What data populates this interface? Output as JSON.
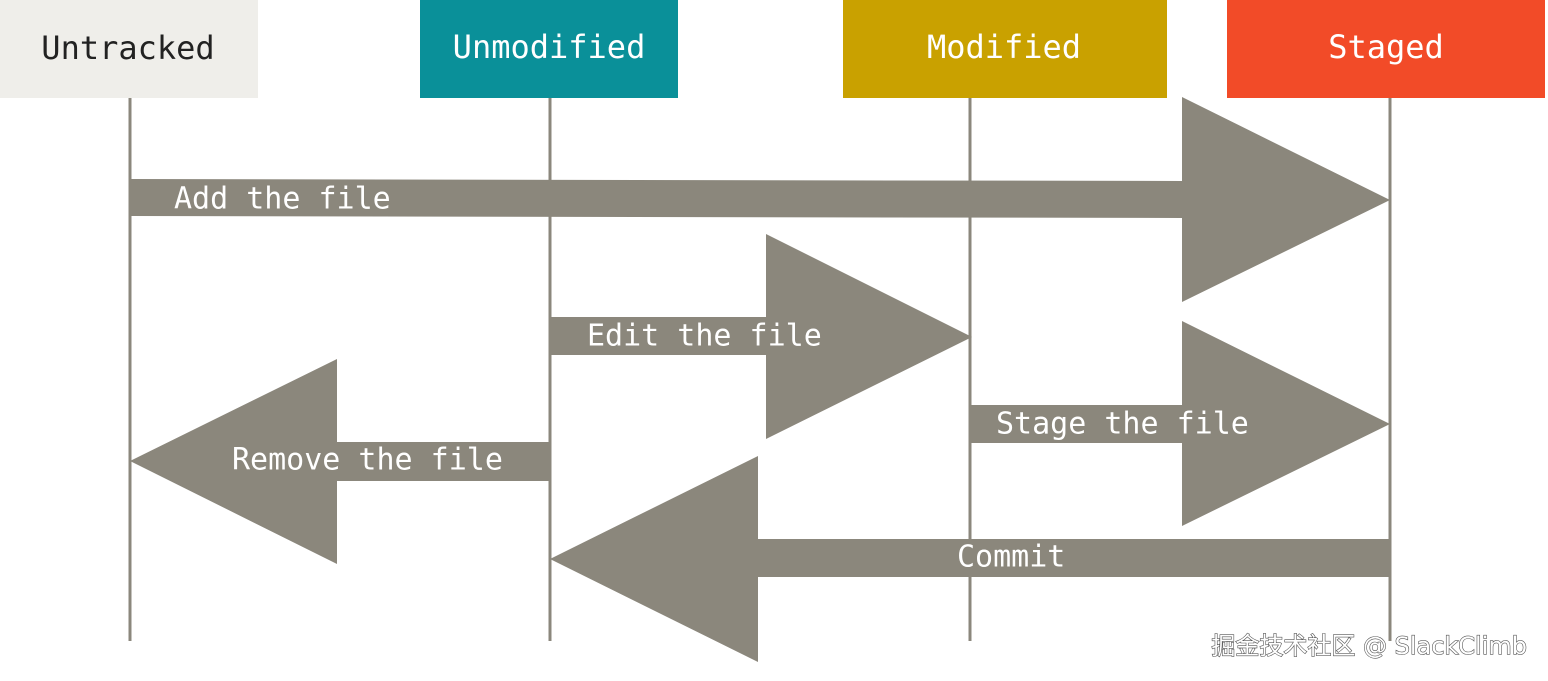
{
  "colors": {
    "untracked_bg": "#efeeea",
    "untracked_text": "#222222",
    "unmodified_bg": "#0a9099",
    "modified_bg": "#c9a100",
    "staged_bg": "#f24b28",
    "state_text_light": "#ffffff",
    "arrow_fill": "#8b877c",
    "lifeline": "#8b877c"
  },
  "states": [
    {
      "id": "untracked",
      "label": "Untracked"
    },
    {
      "id": "unmodified",
      "label": "Unmodified"
    },
    {
      "id": "modified",
      "label": "Modified"
    },
    {
      "id": "staged",
      "label": "Staged"
    }
  ],
  "transitions": [
    {
      "id": "add-the-file",
      "label": "Add the file",
      "from": "untracked",
      "to": "staged"
    },
    {
      "id": "edit-the-file",
      "label": "Edit the file",
      "from": "unmodified",
      "to": "modified"
    },
    {
      "id": "remove-the-file",
      "label": "Remove the file",
      "from": "unmodified",
      "to": "untracked"
    },
    {
      "id": "stage-the-file",
      "label": "Stage the file",
      "from": "modified",
      "to": "staged"
    },
    {
      "id": "commit",
      "label": "Commit",
      "from": "staged",
      "to": "unmodified"
    }
  ],
  "watermark": "掘金技术社区 @ SlackClimb"
}
